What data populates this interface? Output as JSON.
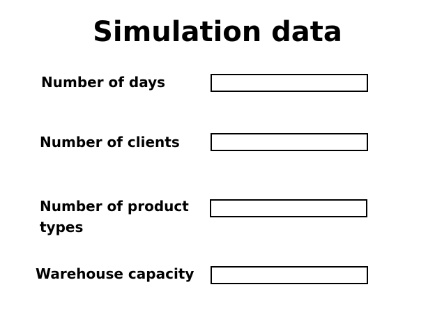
{
  "page": {
    "title": "Simulation data"
  },
  "form": {
    "fields": [
      {
        "label": "Number of days",
        "value": ""
      },
      {
        "label": "Number of clients",
        "value": ""
      },
      {
        "label": "Number of product types",
        "label_line1": "Number of product",
        "label_line2": "types",
        "value": ""
      },
      {
        "label": "Warehouse capacity",
        "value": ""
      }
    ]
  }
}
